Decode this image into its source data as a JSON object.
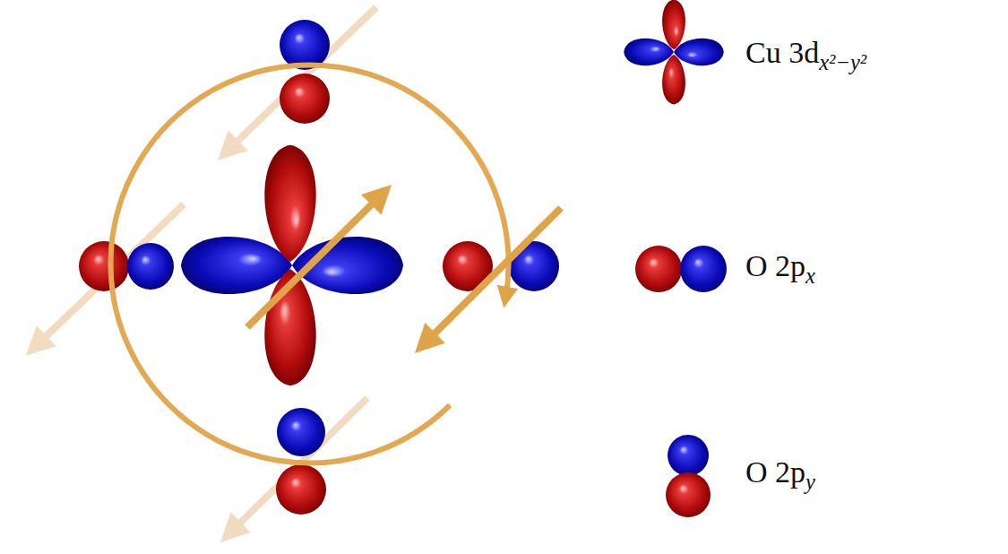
{
  "diagram": {
    "legend": [
      {
        "text": "Cu 3dx²−y²"
      },
      {
        "text": "O 2px"
      },
      {
        "text": "O 2py"
      }
    ]
  }
}
